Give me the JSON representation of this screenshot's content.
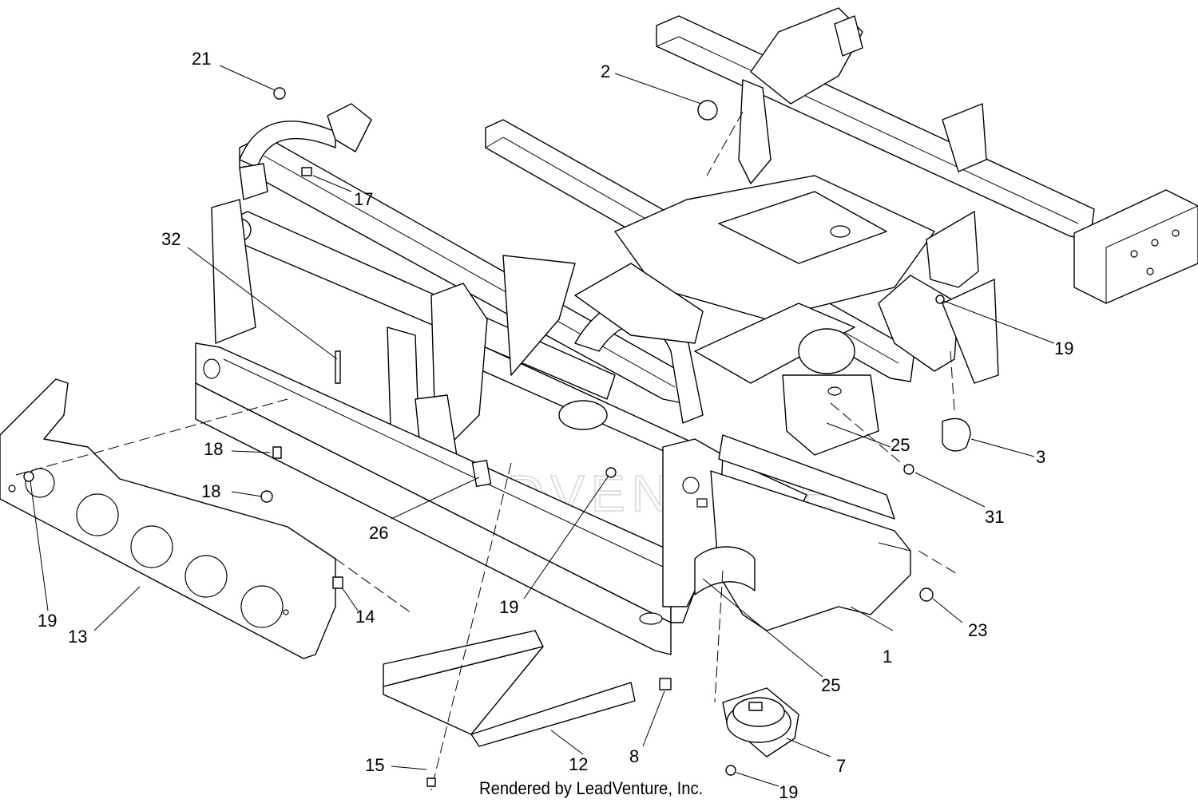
{
  "watermark": "LEADVENTURE",
  "footer": "Rendered by LeadVenture, Inc.",
  "callouts": [
    {
      "id": "c1",
      "text": "1"
    },
    {
      "id": "c2",
      "text": "2"
    },
    {
      "id": "c3",
      "text": "3"
    },
    {
      "id": "c7",
      "text": "7"
    },
    {
      "id": "c8",
      "text": "8"
    },
    {
      "id": "c12",
      "text": "12"
    },
    {
      "id": "c13",
      "text": "13"
    },
    {
      "id": "c14",
      "text": "14"
    },
    {
      "id": "c15",
      "text": "15"
    },
    {
      "id": "c17",
      "text": "17"
    },
    {
      "id": "c18a",
      "text": "18"
    },
    {
      "id": "c18b",
      "text": "18"
    },
    {
      "id": "c19a",
      "text": "19"
    },
    {
      "id": "c19b",
      "text": "19"
    },
    {
      "id": "c19c",
      "text": "19"
    },
    {
      "id": "c19d",
      "text": "19"
    },
    {
      "id": "c21",
      "text": "21"
    },
    {
      "id": "c23",
      "text": "23"
    },
    {
      "id": "c25a",
      "text": "25"
    },
    {
      "id": "c25b",
      "text": "25"
    },
    {
      "id": "c26",
      "text": "26"
    },
    {
      "id": "c31",
      "text": "31"
    },
    {
      "id": "c32",
      "text": "32"
    }
  ]
}
